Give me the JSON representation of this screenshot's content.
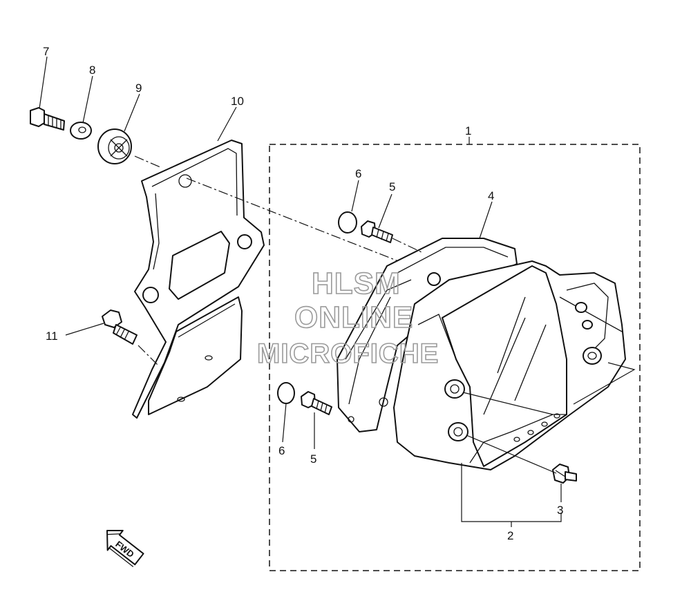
{
  "callouts": {
    "c1": "1",
    "c2": "2",
    "c3": "3",
    "c4": "4",
    "c5a": "5",
    "c5b": "5",
    "c6a": "6",
    "c6b": "6",
    "c7": "7",
    "c8": "8",
    "c9": "9",
    "c10": "10",
    "c11": "11"
  },
  "watermark": {
    "line1": "HLSM",
    "line2": "ONLINE",
    "line3": "MICROFICHE"
  },
  "fwd_label": "FWD",
  "colors": {
    "line": "#111111",
    "watermark": "#9a9a9a",
    "background": "#ffffff"
  }
}
